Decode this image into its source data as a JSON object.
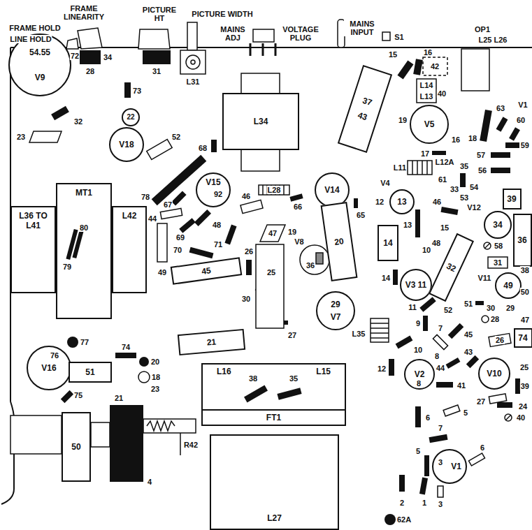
{
  "diagram": {
    "nodes": [
      {
        "text": [
          "54.55",
          "V9"
        ]
      },
      {
        "text": [
          "22"
        ]
      },
      {
        "text": [
          "L34"
        ]
      },
      {
        "text": [
          "V18"
        ]
      },
      {
        "text": [
          "V15"
        ]
      },
      {
        "text": [
          "37",
          "43"
        ]
      },
      {
        "text": [
          "V5"
        ]
      },
      {
        "text": [
          "V14"
        ]
      },
      {
        "text": [
          "MT1"
        ]
      },
      {
        "text": [
          "L36 TO L41"
        ]
      },
      {
        "text": [
          "L42"
        ]
      },
      {
        "text": [
          "20"
        ]
      },
      {
        "text": [
          "13"
        ]
      },
      {
        "text": [
          "14"
        ]
      },
      {
        "text": [
          "34"
        ]
      },
      {
        "text": [
          "39"
        ]
      },
      {
        "text": [
          "36"
        ]
      },
      {
        "text": [
          "45"
        ]
      },
      {
        "text": [
          "V3",
          "11"
        ]
      },
      {
        "text": [
          "32"
        ]
      },
      {
        "text": [
          "49"
        ]
      },
      {
        "text": [
          "29",
          "V7"
        ]
      },
      {
        "text": [
          "21"
        ]
      },
      {
        "text": [
          "V16"
        ]
      },
      {
        "text": [
          "51"
        ]
      },
      {
        "text": [
          "V2"
        ]
      },
      {
        "text": [
          "V10"
        ]
      },
      {
        "text": [
          "74"
        ]
      },
      {
        "text": [
          "L16",
          "L15"
        ]
      },
      {
        "text": [
          "FT1"
        ],
        "in": 28
      },
      {
        "text": [
          "50"
        ]
      },
      {
        "text": [
          "L27"
        ]
      },
      {
        "text": [
          "V1"
        ]
      }
    ],
    "labels": [
      "FRAME LINEARITY",
      "PICTURE HT",
      "PICTURE WIDTH",
      "FRAME HOLD",
      "LINE HOLD",
      "MAINS ADJ",
      "VOLTAGE PLUG",
      "MAINS INPUT",
      "S1",
      "OP1",
      "L25 L26",
      "72",
      "34",
      "28",
      "31",
      "L31",
      "73",
      "32",
      "23",
      "52",
      "68",
      "78",
      "67",
      "44",
      "48",
      "69",
      "71",
      "70",
      "46",
      "47",
      "19",
      "26",
      "25",
      "30",
      "27",
      "49",
      "36",
      "V8",
      "66",
      "65",
      "L28",
      "92",
      "80",
      "79",
      "77",
      "76",
      "74",
      "75",
      "20",
      "18",
      "23",
      "21",
      "4",
      "R42",
      "38",
      "35",
      "V4",
      "12",
      "13",
      "15",
      "48",
      "10",
      "46",
      "61",
      "33",
      "53",
      "54",
      "V12",
      "58",
      "31",
      "38",
      "V11",
      "50",
      "30",
      "29",
      "47",
      "14",
      "11",
      "52",
      "51",
      "28",
      "45",
      "7",
      "9",
      "10",
      "26",
      "43",
      "25",
      "39",
      "27",
      "24",
      "40",
      "44",
      "8",
      "8",
      "41",
      "12",
      "6",
      "5",
      "7",
      "5",
      "3",
      "6",
      "2",
      "1",
      "3",
      "62A",
      "L35",
      "42",
      "40",
      "L14",
      "L13",
      "15",
      "16",
      "19",
      "16",
      "18",
      "63",
      "60",
      "V1",
      "59",
      "57",
      "56",
      "17",
      "L12A",
      "L11",
      "35"
    ]
  }
}
